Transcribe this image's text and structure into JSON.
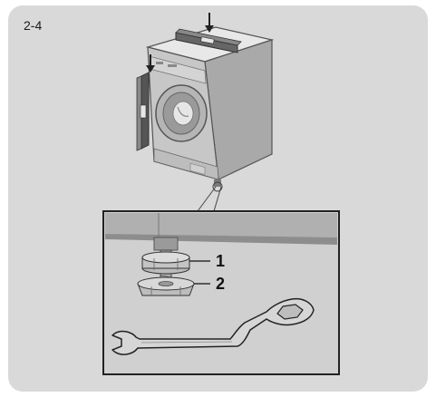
{
  "figure": {
    "label": "2-4"
  },
  "callouts": [
    {
      "number": "1",
      "part": "locknut"
    },
    {
      "number": "2",
      "part": "adjustable-foot"
    }
  ],
  "icons": {
    "level-top": "spirit-level-icon",
    "level-side": "spirit-level-icon",
    "wrench": "wrench-icon"
  }
}
